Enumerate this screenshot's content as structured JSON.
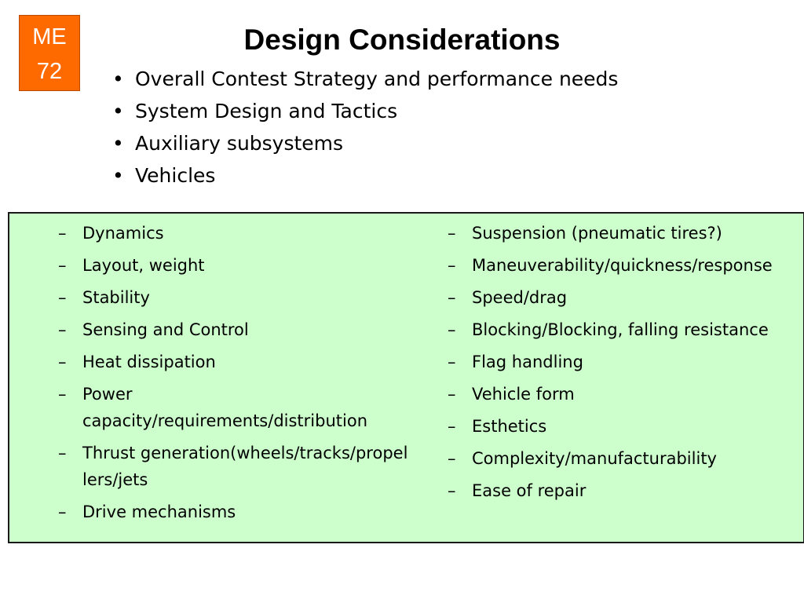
{
  "badge": {
    "line1": "ME",
    "line2": "72",
    "color": "#ff6a00"
  },
  "title": "Design Considerations",
  "bullets": [
    "Overall Contest Strategy and performance needs",
    "System Design and Tactics",
    "Auxiliary subsystems",
    "Vehicles"
  ],
  "panel": {
    "background": "#ccffcc",
    "left_items": [
      "Dynamics",
      "Layout, weight",
      "Stability",
      "Sensing and Control",
      "Heat dissipation",
      "Power capacity/requirements/distribution",
      "Thrust generation(wheels/tracks/propellers/jets",
      "Drive mechanisms"
    ],
    "right_items": [
      "Suspension (pneumatic tires?)",
      "Maneuverability/quickness/response",
      "Speed/drag",
      "Blocking/Blocking, falling resistance",
      "Flag handling",
      "Vehicle form",
      "Esthetics",
      "Complexity/manufacturability",
      "Ease of repair"
    ]
  }
}
